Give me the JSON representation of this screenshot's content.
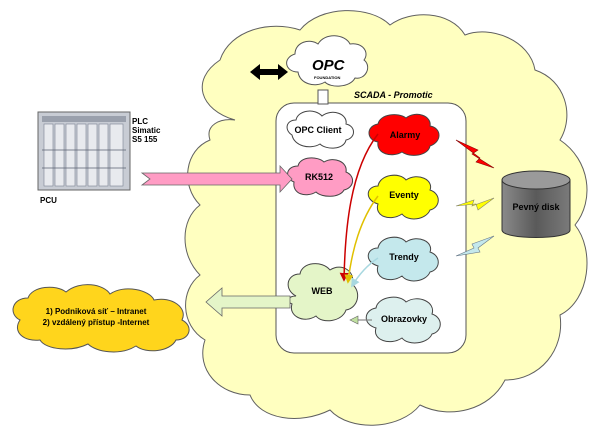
{
  "title": "SCADA - Promotic",
  "opc": {
    "logo_text": "OPC",
    "logo_sub": "FOUNDATION"
  },
  "plc": {
    "line1": "PLC",
    "line2": "Simatic",
    "line3": "S5 155",
    "bottom_label": "PCU"
  },
  "components": {
    "opc_client": "OPC Client",
    "rk512": "RK512",
    "web": "WEB",
    "alarmy": "Alarmy",
    "eventy": "Eventy",
    "trendy": "Trendy",
    "obrazovky": "Obrazovky"
  },
  "disk": {
    "label": "Pevný disk"
  },
  "network": {
    "line1": "1) Podniková síť – Intranet",
    "line2": "2) vzdálený přístup -Internet"
  },
  "colors": {
    "outer_cloud": "#ffffc0",
    "alarmy": "#ff0000",
    "eventy": "#ffff00",
    "trendy": "#c4e8ec",
    "obrazovky": "#ddf0ee",
    "rk512": "#ff9cc4",
    "web": "#e4f5c8",
    "network": "#ffd51c",
    "disk": "#737373"
  }
}
